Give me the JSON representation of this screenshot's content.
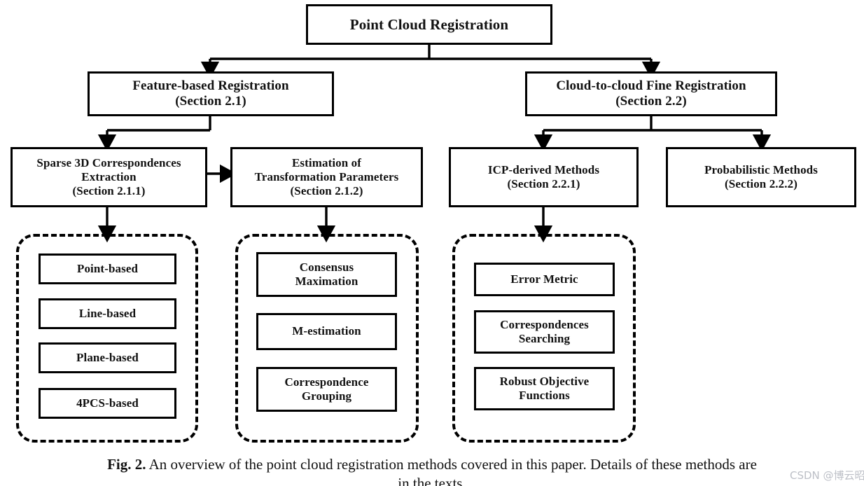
{
  "figure": {
    "root": {
      "lines": [
        "Point Cloud Registration"
      ]
    },
    "level2": [
      {
        "id": "feature-based-registration",
        "lines": [
          "Feature-based Registration",
          "(Section 2.1)"
        ]
      },
      {
        "id": "cloud-to-cloud-fine-registration",
        "lines": [
          "Cloud-to-cloud Fine Registration",
          "(Section 2.2)"
        ]
      }
    ],
    "level3": [
      {
        "id": "sparse-3d-correspondences-extraction",
        "lines": [
          "Sparse 3D Correspondences",
          "Extraction",
          "(Section 2.1.1)"
        ]
      },
      {
        "id": "estimation-of-transformation-parameters",
        "lines": [
          "Estimation of",
          "Transformation Parameters",
          "(Section 2.1.2)"
        ]
      },
      {
        "id": "icp-derived-methods",
        "lines": [
          "ICP-derived Methods",
          "(Section 2.2.1)"
        ]
      },
      {
        "id": "probabilistic-methods",
        "lines": [
          "Probabilistic Methods",
          "(Section 2.2.2)"
        ]
      }
    ],
    "groups": [
      {
        "id": "sparse-correspondence-types",
        "items": [
          {
            "id": "point-based",
            "lines": [
              "Point-based"
            ]
          },
          {
            "id": "line-based",
            "lines": [
              "Line-based"
            ]
          },
          {
            "id": "plane-based",
            "lines": [
              "Plane-based"
            ]
          },
          {
            "id": "4pcs-based",
            "lines": [
              "4PCS-based"
            ]
          }
        ]
      },
      {
        "id": "transformation-estimation-methods",
        "items": [
          {
            "id": "consensus-maximation",
            "lines": [
              "Consensus",
              "Maximation"
            ]
          },
          {
            "id": "m-estimation",
            "lines": [
              "M-estimation"
            ]
          },
          {
            "id": "correspondence-grouping",
            "lines": [
              "Correspondence",
              "Grouping"
            ]
          }
        ]
      },
      {
        "id": "icp-components",
        "items": [
          {
            "id": "error-metric",
            "lines": [
              "Error Metric"
            ]
          },
          {
            "id": "correspondences-searching",
            "lines": [
              "Correspondences",
              "Searching"
            ]
          },
          {
            "id": "robust-objective-functions",
            "lines": [
              "Robust Objective",
              "Functions"
            ]
          }
        ]
      }
    ]
  },
  "caption": {
    "figure_number": "Fig. 2.",
    "line1": " An overview of the point cloud registration methods covered in this paper. Details of these methods are",
    "line2": "in the texts."
  },
  "watermark": {
    "text": "CSDN @博云昭"
  },
  "colors": {
    "stroke": "#000000",
    "background": "#ffffff",
    "text": "#111111",
    "watermark": "#b9bcc4"
  }
}
